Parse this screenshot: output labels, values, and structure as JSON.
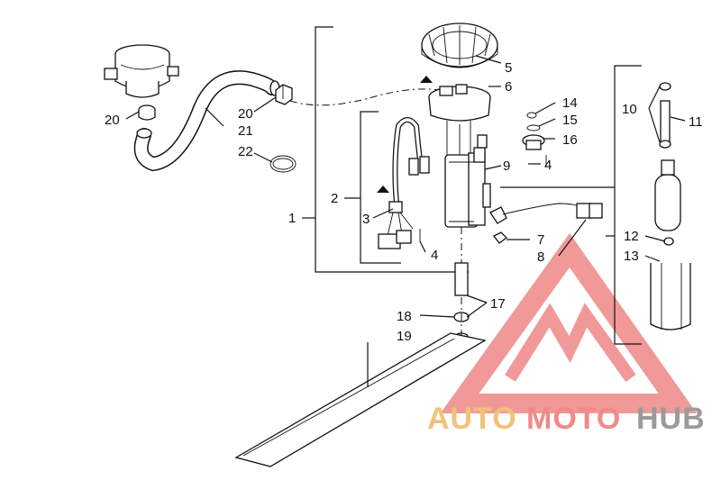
{
  "callouts": {
    "c1": "1",
    "c2": "2",
    "c3": "3",
    "c4a": "4",
    "c4b": "4",
    "c5": "5",
    "c6": "6",
    "c7": "7",
    "c8": "8",
    "c9": "9",
    "c10": "10",
    "c11": "11",
    "c12": "12",
    "c13": "13",
    "c14": "14",
    "c15": "15",
    "c16": "16",
    "c17": "17",
    "c18": "18",
    "c19": "19",
    "c20a": "20",
    "c20b": "20",
    "c21": "21",
    "c22": "22"
  },
  "watermark": {
    "part1": "AUTO",
    "part2": "MOTO",
    "part3": "HUB",
    "color_primary": "#f08a8a",
    "color_secondary": "#f2c27a",
    "color_dark": "#9a9a9a"
  }
}
